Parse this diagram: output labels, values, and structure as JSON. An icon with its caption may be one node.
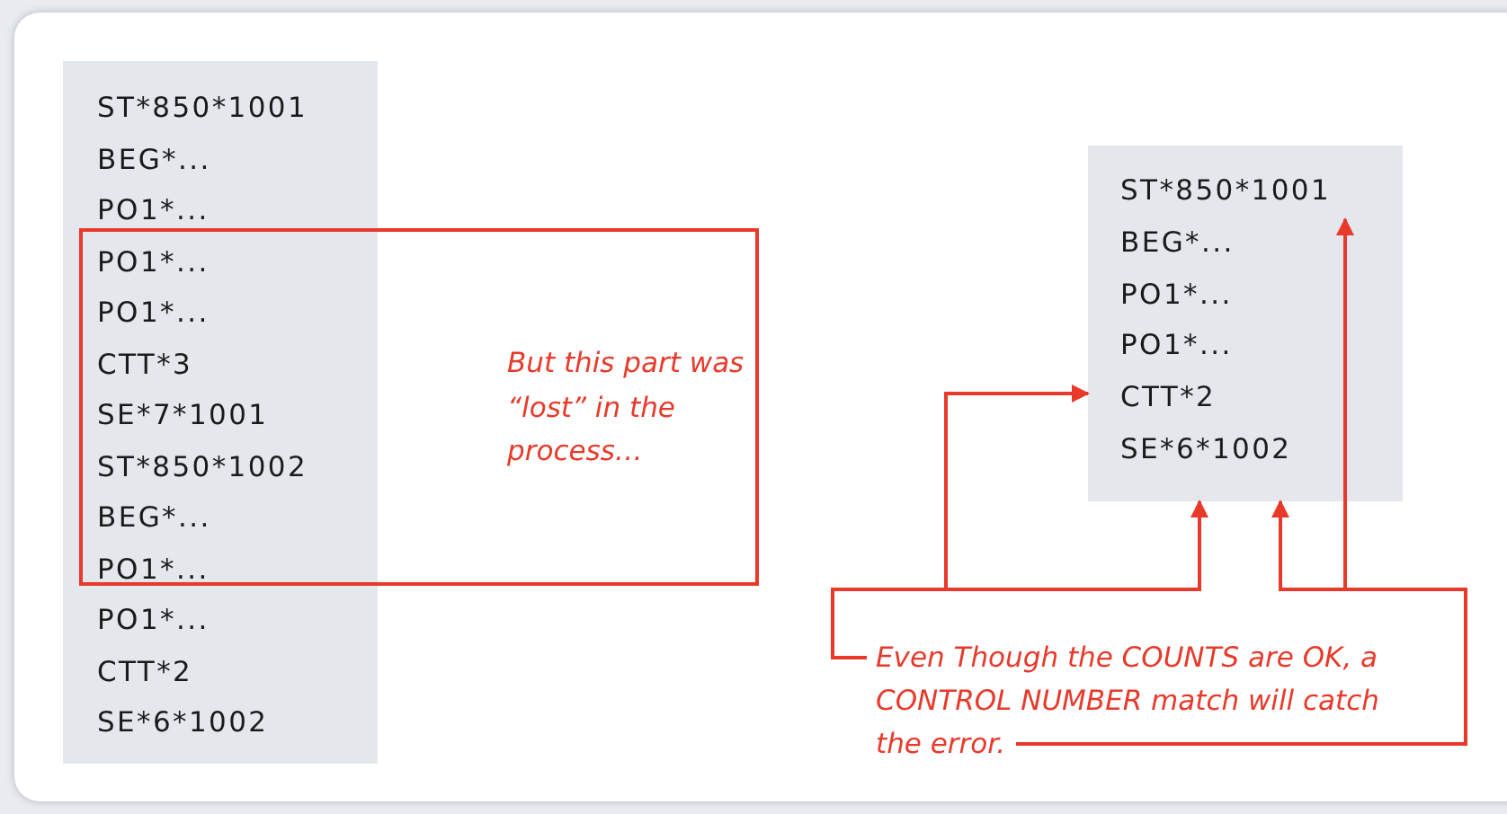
{
  "diagram": {
    "nodes": [
      {
        "text": [
          "ST*850*1001",
          "BEG*...",
          "PO1*...",
          "PO1*...",
          "PO1*...",
          "CTT*3",
          "SE*7*1001",
          "ST*850*1002",
          "BEG*...",
          "PO1*...",
          "PO1*...",
          "CTT*2",
          "SE*6*1002"
        ]
      },
      {
        "text": [
          "But this part was “lost” in the process…"
        ]
      },
      {
        "text": [
          "ST*850*1001",
          "BEG*...",
          "PO1*...",
          "PO1*...",
          "CTT*2",
          "SE*6*1002"
        ]
      },
      {
        "text": [
          "Even Though the COUNTS are OK, a CONTROL NUMBER match will catch the error."
        ]
      }
    ],
    "edges": [
      {
        "from": 3,
        "to": 2,
        "arrow": "to"
      },
      {
        "from": 3,
        "to": 2,
        "arrow": "to"
      },
      {
        "from": 3,
        "to": 2,
        "arrow": "to"
      },
      {
        "from": 3,
        "to": 2,
        "arrow": "to"
      }
    ]
  }
}
